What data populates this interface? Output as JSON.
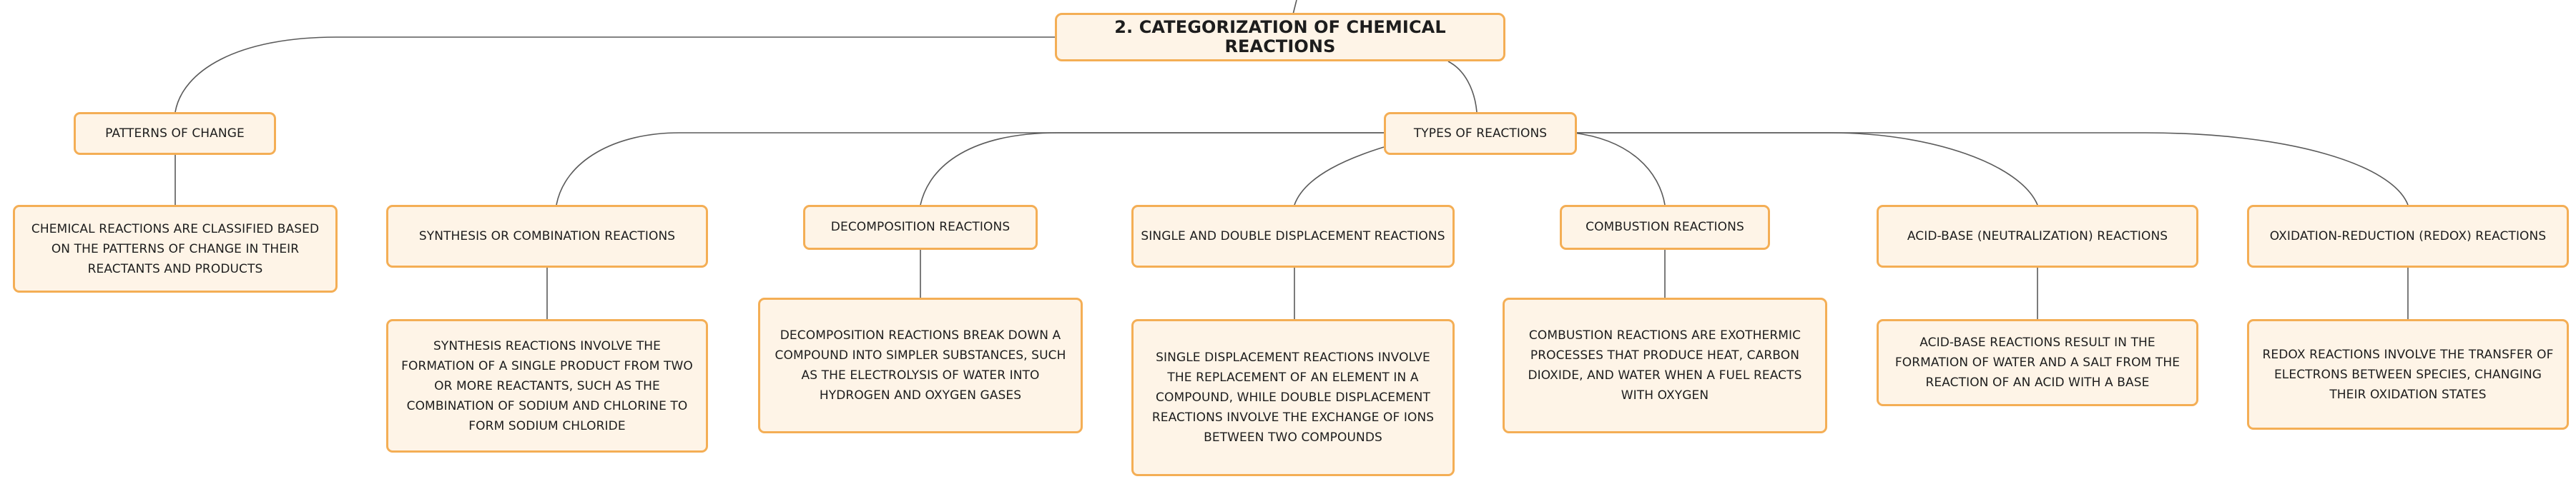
{
  "diagram": {
    "title": "2. CATEGORIZATION OF CHEMICAL REACTIONS",
    "branches": {
      "patterns": {
        "label": "PATTERNS OF CHANGE",
        "detail": "CHEMICAL REACTIONS ARE CLASSIFIED BASED ON THE PATTERNS OF CHANGE IN THEIR REACTANTS AND PRODUCTS"
      },
      "types": {
        "label": "TYPES OF REACTIONS"
      }
    },
    "reaction_types": [
      {
        "label": "SYNTHESIS OR COMBINATION REACTIONS",
        "detail": "SYNTHESIS REACTIONS INVOLVE THE FORMATION OF A SINGLE PRODUCT FROM TWO OR MORE REACTANTS, SUCH AS THE COMBINATION OF SODIUM AND CHLORINE TO FORM SODIUM CHLORIDE"
      },
      {
        "label": "DECOMPOSITION REACTIONS",
        "detail": "DECOMPOSITION REACTIONS BREAK DOWN A COMPOUND INTO SIMPLER SUBSTANCES, SUCH AS THE ELECTROLYSIS OF WATER INTO HYDROGEN AND OXYGEN GASES"
      },
      {
        "label": "SINGLE AND DOUBLE DISPLACEMENT REACTIONS",
        "detail": "SINGLE DISPLACEMENT REACTIONS INVOLVE THE REPLACEMENT OF AN ELEMENT IN A COMPOUND, WHILE DOUBLE DISPLACEMENT REACTIONS INVOLVE THE EXCHANGE OF IONS BETWEEN TWO COMPOUNDS"
      },
      {
        "label": "COMBUSTION REACTIONS",
        "detail": "COMBUSTION REACTIONS ARE EXOTHERMIC PROCESSES THAT PRODUCE HEAT, CARBON DIOXIDE, AND WATER WHEN A FUEL REACTS WITH OXYGEN"
      },
      {
        "label": "ACID-BASE (NEUTRALIZATION) REACTIONS",
        "detail": "ACID-BASE REACTIONS RESULT IN THE FORMATION OF WATER AND A SALT FROM THE REACTION OF AN ACID WITH A BASE"
      },
      {
        "label": "OXIDATION-REDUCTION (REDOX) REACTIONS",
        "detail": "REDOX REACTIONS INVOLVE THE TRANSFER OF ELECTRONS BETWEEN SPECIES, CHANGING THEIR OXIDATION STATES"
      }
    ]
  }
}
